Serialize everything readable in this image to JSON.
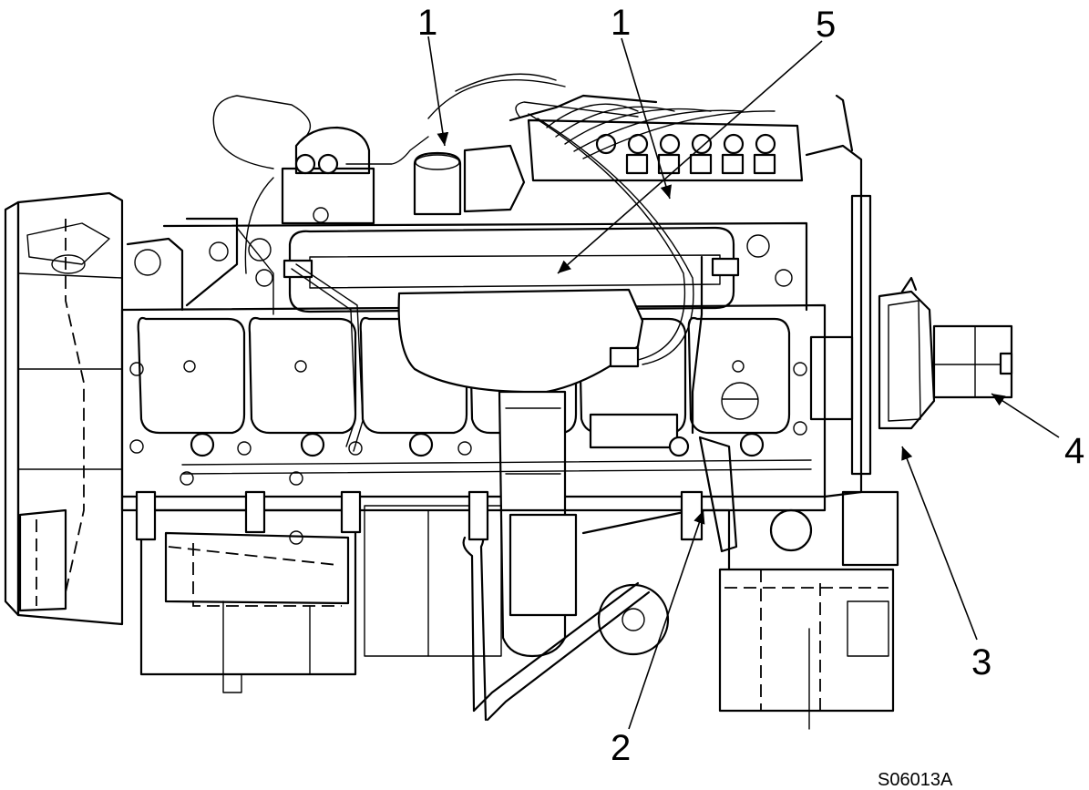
{
  "figure": {
    "reference_code": "S06013A"
  },
  "callouts": [
    {
      "id": "c1a",
      "label": "1"
    },
    {
      "id": "c1b",
      "label": "1"
    },
    {
      "id": "c5",
      "label": "5"
    },
    {
      "id": "c4",
      "label": "4"
    },
    {
      "id": "c3",
      "label": "3"
    },
    {
      "id": "c2",
      "label": "2"
    }
  ]
}
